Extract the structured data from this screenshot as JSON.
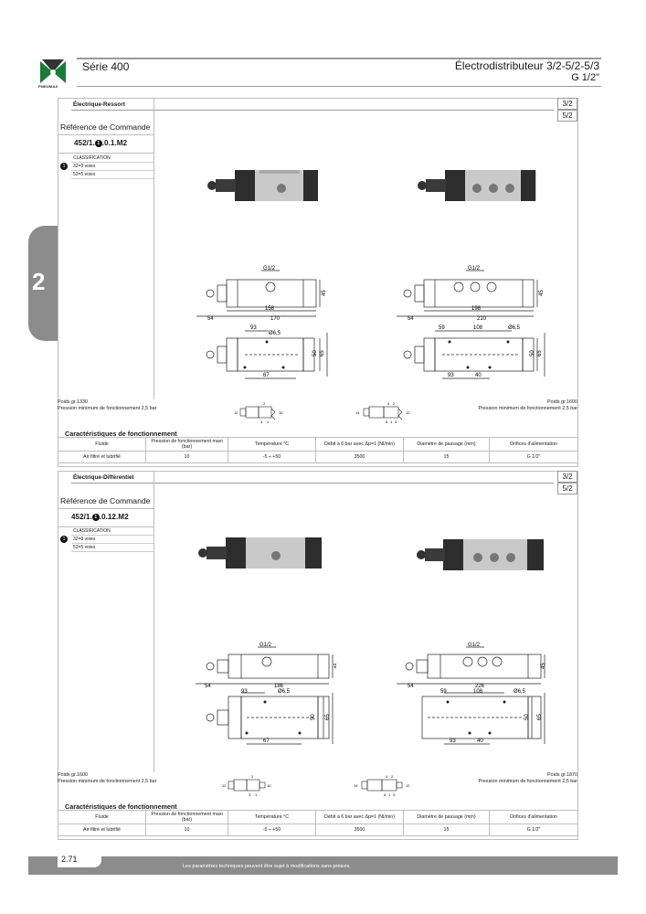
{
  "header": {
    "brand": "PNEUMAX",
    "series": "Série 400",
    "title": "Électrodistributeur 3/2-5/2-5/3",
    "thread": "G 1/2\""
  },
  "chapter_tab": "2",
  "sections": [
    {
      "title": "Électrique-Ressort",
      "ways": [
        "3/2",
        "5/2"
      ],
      "ref_label": "Référence de Commande",
      "ref_code_a": "452/1.",
      "ref_code_b": ".0.1.M2",
      "bullet": "1",
      "classification": "CLASSIFICATION",
      "options": [
        "32=3 voies",
        "52=5 voies"
      ],
      "weight_left": "Poids gr.1330",
      "pressure_left": "Pression minimum de fonctionnement 2,5 bar",
      "weight_right": "Poids gr.1600",
      "pressure_right": "Pression minimum de fonctionnement 2,5 bar",
      "dims_left": {
        "thread": "G1/2",
        "d1": "158",
        "d2": "170",
        "d3": "54",
        "d4": "45",
        "d5": "93",
        "d6": "Ø6,5",
        "d7": "50",
        "d8": "65",
        "d9": "67"
      },
      "dims_right": {
        "thread": "G1/2",
        "d1": "198",
        "d2": "210",
        "d3": "54",
        "d4": "45",
        "d5": "59",
        "d6": "108",
        "d7": "Ø6,5",
        "d8": "50",
        "d9": "65",
        "d10": "93",
        "d11": "40"
      }
    },
    {
      "title": "Électrique-Différentiel",
      "ways": [
        "3/2",
        "5/2"
      ],
      "ref_label": "Référence de Commande",
      "ref_code_a": "452/1.",
      "ref_code_b": ".0.12.M2",
      "bullet": "1",
      "classification": "CLASSIFICATION",
      "options": [
        "32=3 voies",
        "52=5 voies"
      ],
      "weight_left": "Poids gr.1600",
      "pressure_left": "Pression minimum de fonctionnement 2,5 bar",
      "weight_right": "Poids gr.1870",
      "pressure_right": "Pression minimum de fonctionnement 2,5 bar",
      "dims_left": {
        "thread": "G1/2",
        "d1": "186",
        "d2": "54",
        "d3": "45",
        "d4": "93",
        "d5": "Ø6,5",
        "d6": "50",
        "d7": "65",
        "d8": "67"
      },
      "dims_right": {
        "thread": "G1/2",
        "d1": "226",
        "d2": "54",
        "d3": "45",
        "d4": "59",
        "d5": "108",
        "d6": "Ø6,5",
        "d7": "50",
        "d8": "65",
        "d9": "93",
        "d10": "40"
      }
    }
  ],
  "table": {
    "caption": "Caractéristiques de fonctionnement",
    "headers": [
      "Fluide",
      "Pression de fonctionnement maxi (bar)",
      "Température °C",
      "Débit à 6 bar avec Δp=1 (Nl/min)",
      "Diamètre de passage (mm)",
      "Orifices d'alimentation"
    ],
    "row": [
      "Air filtré et lubrifié",
      "10",
      "-5 ÷ +50",
      "3500",
      "15",
      "G 1/2\""
    ]
  },
  "symbol_labels": {
    "left": [
      "12",
      "2",
      "10",
      "3",
      "1"
    ],
    "right": [
      "14",
      "4",
      "2",
      "12",
      "5",
      "1",
      "3"
    ]
  },
  "footer": {
    "page": "2.71",
    "note": "Les paramètres techniques peuvent être sujet à modifications sans préavis."
  }
}
